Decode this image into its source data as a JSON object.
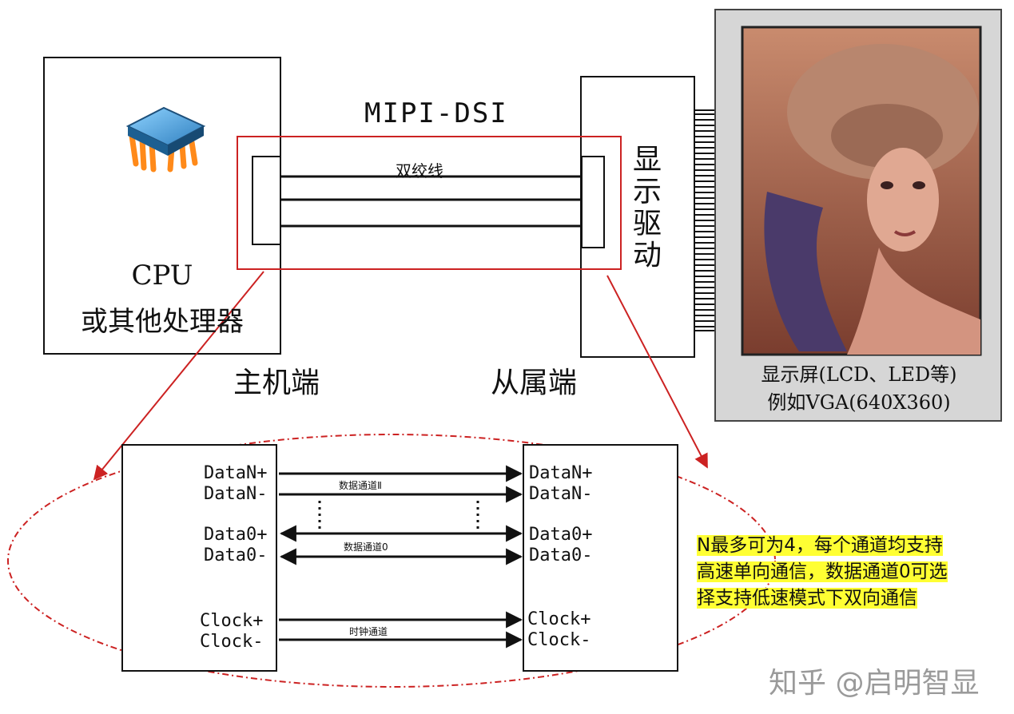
{
  "host": {
    "cpu_label": "CPU",
    "cpu_sub_label": "或其他处理器",
    "side_label": "主机端"
  },
  "slave": {
    "side_label": "从属端",
    "driver_label": "显示驱动"
  },
  "link": {
    "title": "MIPI-DSI",
    "cable_label": "双绞线"
  },
  "display": {
    "caption_line1": "显示屏(LCD、LED等)",
    "caption_line2": "例如VGA(640X360)"
  },
  "detail": {
    "left_pins": [
      "DataN+",
      "DataN-",
      "Data0+",
      "Data0-",
      "Clock+",
      "Clock-"
    ],
    "right_pins": [
      "DataN+",
      "DataN-",
      "Data0+",
      "Data0-",
      "Clock+",
      "Clock-"
    ],
    "lane_labels": [
      "数据通道Ⅱ",
      "数据通道0",
      "时钟通道"
    ]
  },
  "note": {
    "lines": [
      "N最多可为4，每个通道均支持",
      "高速单向通信，数据通道0可选",
      "择支持低速模式下双向通信"
    ]
  },
  "watermark": "知乎 @启明智显",
  "colors": {
    "highlight_red": "#cc2222",
    "note_bg": "#ffff33",
    "lcd_frame": "#d6d6d6"
  }
}
